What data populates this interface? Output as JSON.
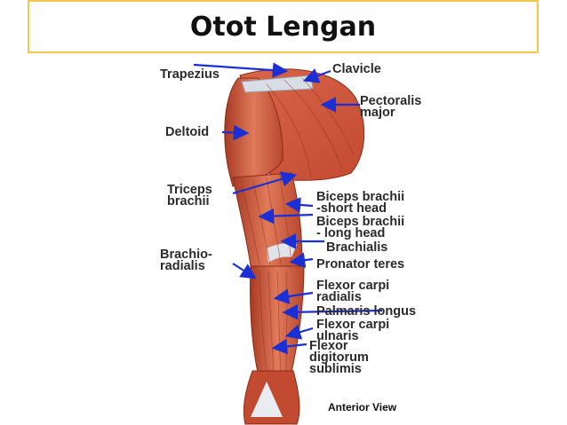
{
  "title": "Otot Lengan",
  "labels": {
    "trapezius": "Trapezius",
    "clavicle": "Clavicle",
    "pectoralis_1": "Pectoralis",
    "pectoralis_2": "major",
    "deltoid": "Deltoid",
    "triceps_1": "Triceps",
    "triceps_2": "brachii",
    "biceps_short_1": "Biceps brachii",
    "biceps_short_2": "-short head",
    "biceps_long_1": "Biceps brachii",
    "biceps_long_2": "- long head",
    "brachialis": "Brachialis",
    "pronator": "Pronator teres",
    "brachiorad_1": "Brachio-",
    "brachiorad_2": "radialis",
    "fcr_1": "Flexor carpi",
    "fcr_2": "radialis",
    "palmaris": "Palmaris longus",
    "fcu_1": "Flexor carpi",
    "fcu_2": "ulnaris",
    "fds_1": "Flexor",
    "fds_2": "digitorum",
    "fds_3": "sublimis"
  },
  "view_label": "Anterior View",
  "colors": {
    "title_border": "#f2c94c",
    "arrow": "#1a2fd6",
    "muscle": "#c9553a"
  }
}
